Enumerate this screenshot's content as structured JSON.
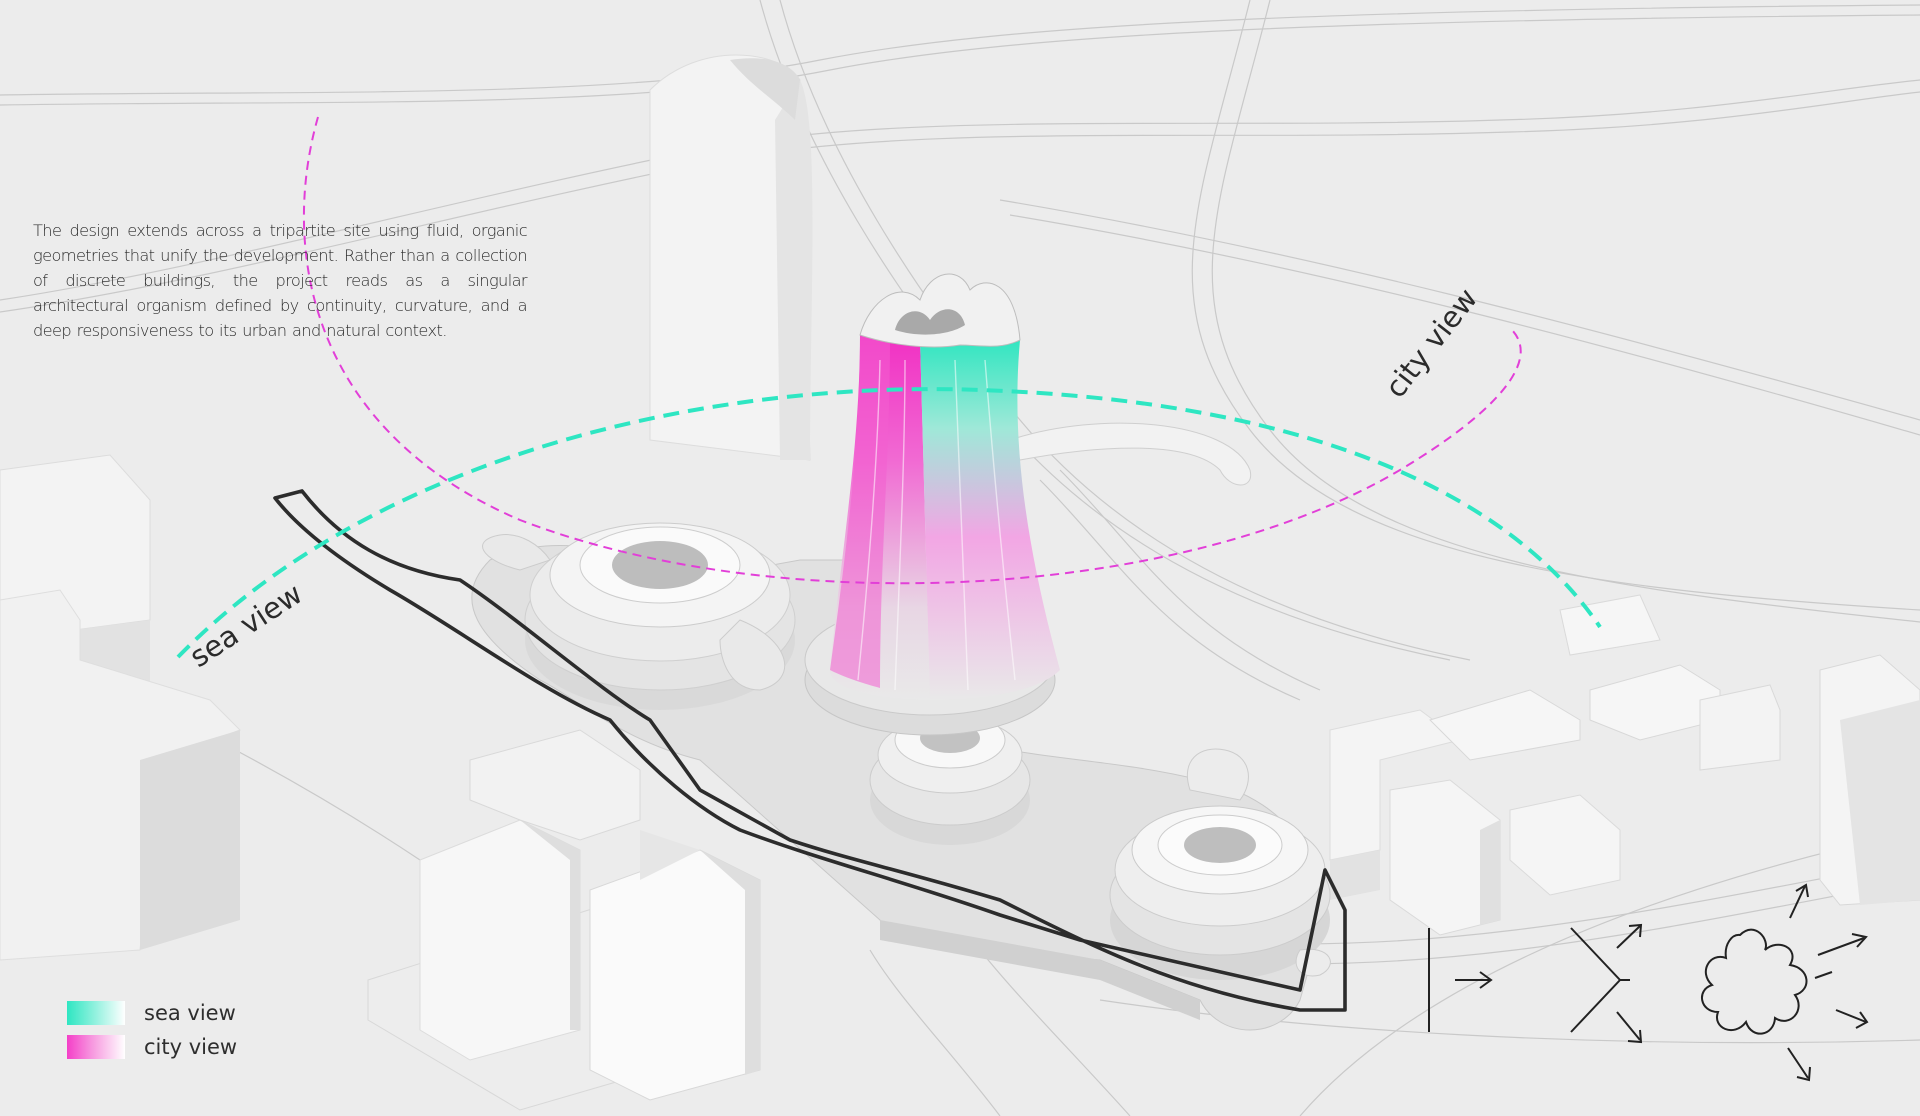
{
  "description": "The design extends across a tripartite site using fluid, organic geometries that unify the development. Rather than a collection of discrete buildings, the project reads as a singular architectural organism defined by continuity, curvature, and a deep responsiveness to its urban and natural context.",
  "labels": {
    "sea_view": "sea view",
    "city_view": "city view"
  },
  "legend": [
    {
      "label": "sea view",
      "color": "#2ee6c2"
    },
    {
      "label": "city view",
      "color": "#f43fc8"
    }
  ],
  "colors": {
    "sea_view": "#2ee6c2",
    "city_view": "#e23fd8",
    "site_boundary": "#2c2c2c",
    "background": "#ececec"
  },
  "icons": [
    "boundary-bar-icon",
    "forward-arrow-icon",
    "branching-arrows-icon",
    "radiating-flower-icon"
  ]
}
